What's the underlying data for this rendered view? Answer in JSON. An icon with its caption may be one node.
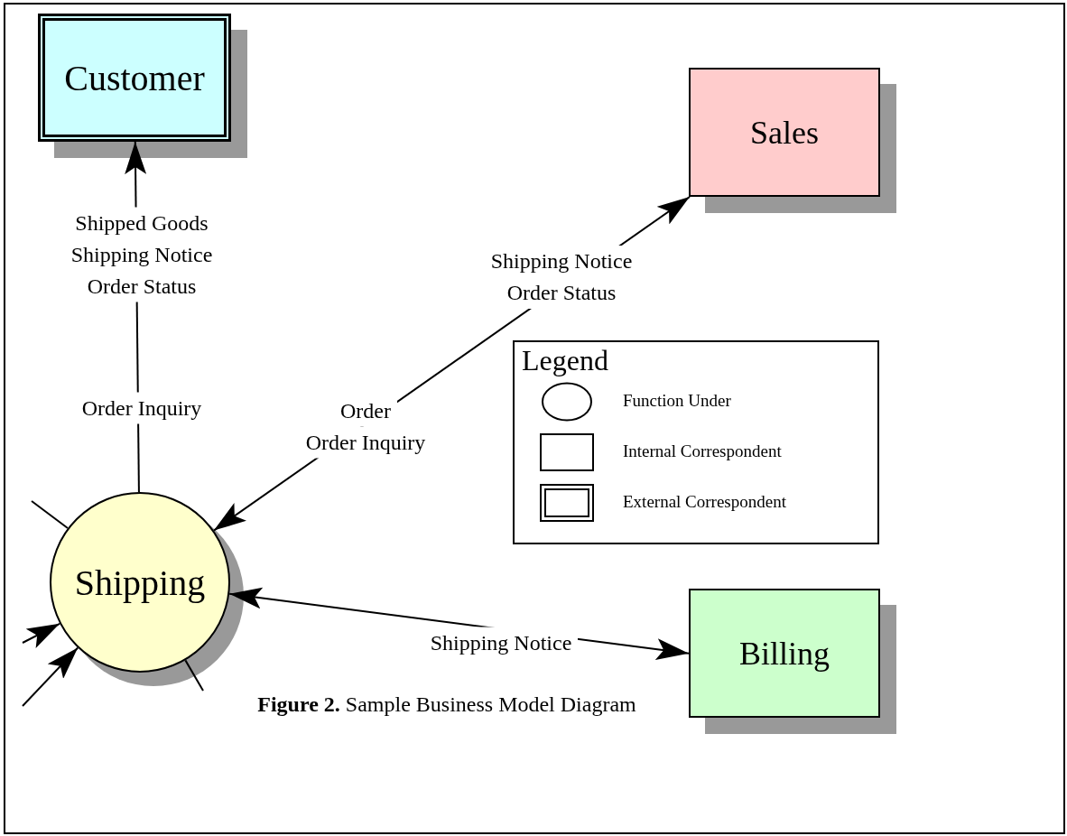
{
  "diagram": {
    "caption": "**Figure 2.** Sample Business Model Diagram",
    "nodes": [
      {
        "text": [
          "Customer"
        ]
      },
      {
        "text": [
          "Sales"
        ]
      },
      {
        "text": [
          "Shipping"
        ]
      },
      {
        "text": [
          "Billing"
        ]
      }
    ],
    "edges": [
      {
        "from": 2,
        "to": 0,
        "arrow": "to",
        "label": "Shipped Goods Shipping Notice Order Status"
      },
      {
        "from": 2,
        "to": 1,
        "arrow": "both",
        "label": "Shipping Notice Order Status"
      },
      {
        "from": 2,
        "to": 3,
        "arrow": "both",
        "label": "Shipping Notice"
      },
      {
        "from": null,
        "to": 2,
        "arrow": "none"
      },
      {
        "from": null,
        "to": 2,
        "arrow": "to"
      },
      {
        "from": null,
        "to": 2,
        "arrow": "to"
      },
      {
        "from": 2,
        "to": null,
        "arrow": "none"
      }
    ],
    "labels": [
      "Order Inquiry",
      "Order",
      "Order Inquiry",
      "Legend"
    ],
    "legend": [
      {
        "text": "Function Under"
      },
      {
        "text": "Internal Correspondent"
      },
      {
        "text": "External Correspondent"
      }
    ]
  }
}
